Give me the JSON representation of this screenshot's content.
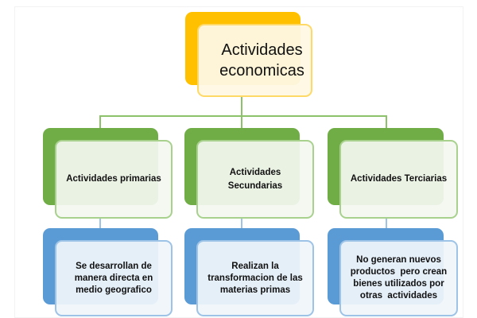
{
  "root": {
    "label": "Actividades economicas"
  },
  "categories": [
    {
      "label": "Actividades primarias",
      "description": "Se desarrollan de manera directa en medio geografico"
    },
    {
      "label": "Actividades Secundarias",
      "description": "Realizan la transformacion de las materias primas"
    },
    {
      "label": "Actividades Terciarias",
      "description": "No generan nuevos productos  pero crean bienes utilizados por otras  actividades"
    }
  ],
  "colors": {
    "root": "#FFC000",
    "category": "#70AD47",
    "description": "#5B9BD5"
  }
}
